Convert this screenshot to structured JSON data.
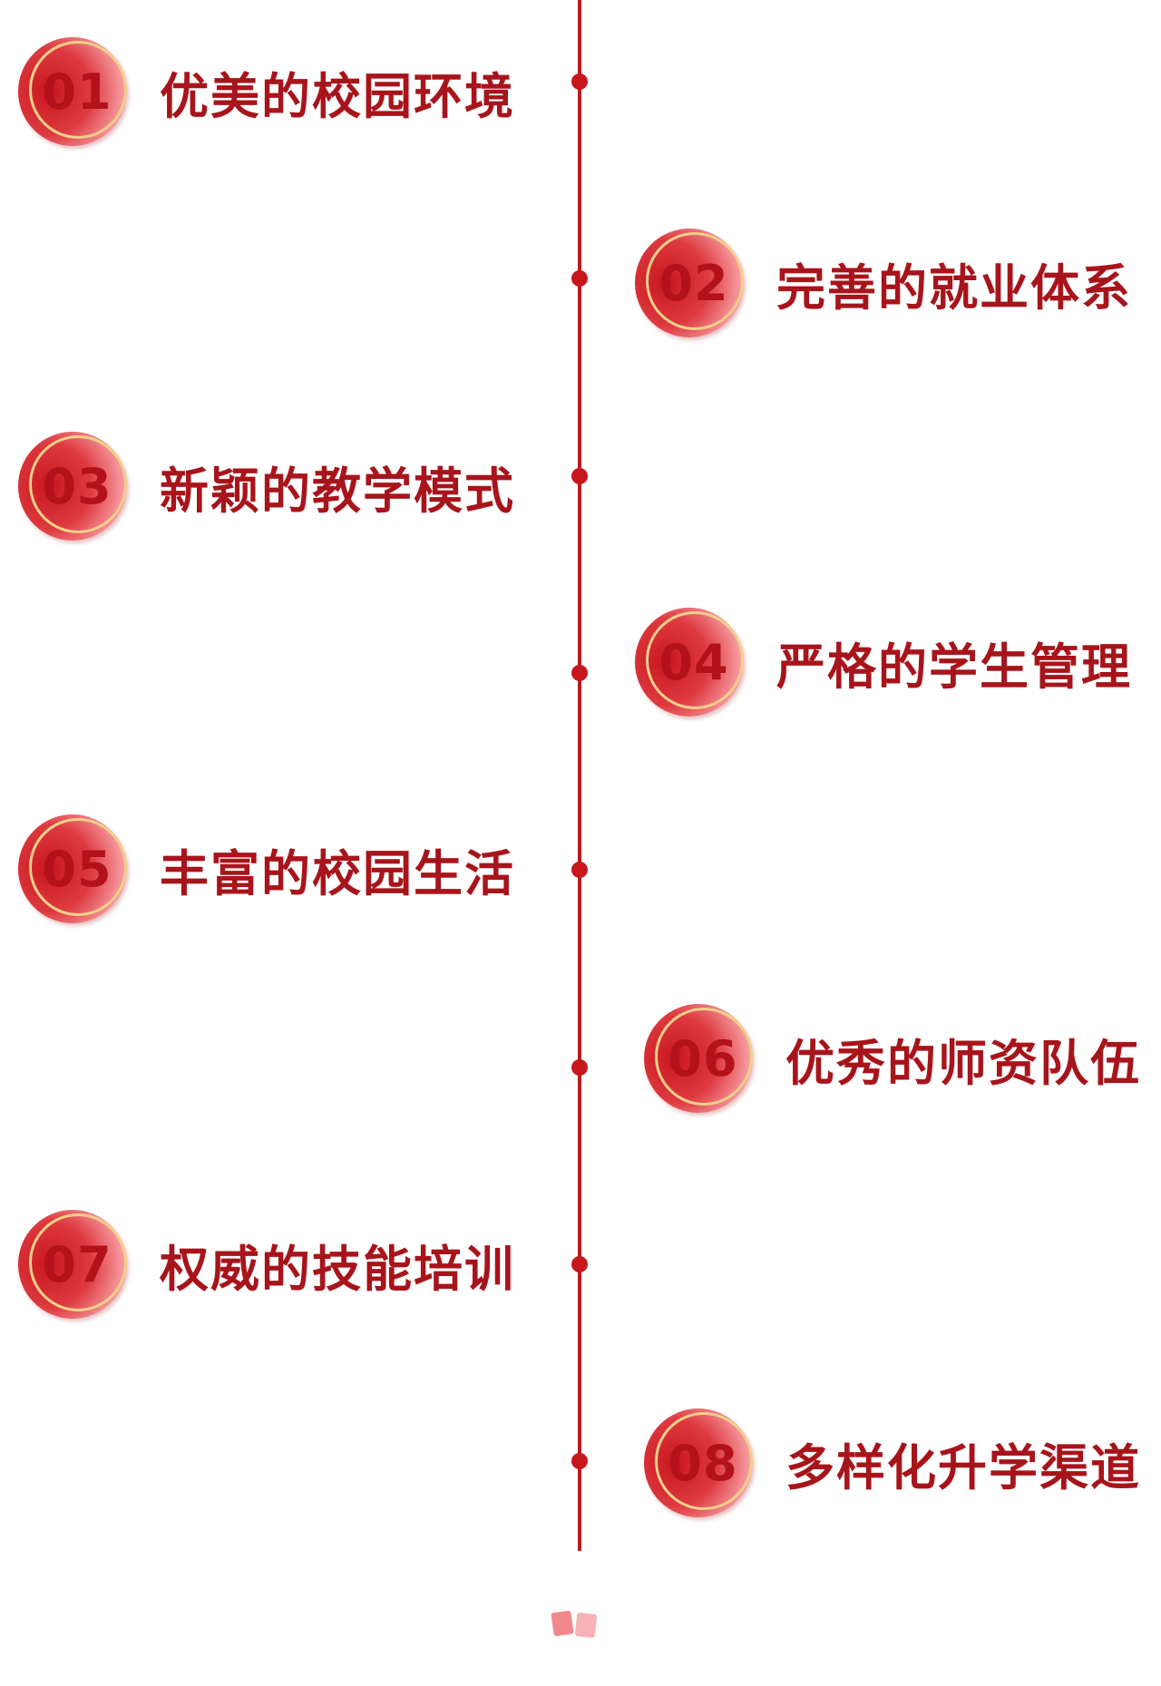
{
  "items": [
    {
      "num": "01",
      "label": "优美的校园环境"
    },
    {
      "num": "02",
      "label": "完善的就业体系"
    },
    {
      "num": "03",
      "label": "新颖的教学模式"
    },
    {
      "num": "04",
      "label": "严格的学生管理"
    },
    {
      "num": "05",
      "label": "丰富的校园生活"
    },
    {
      "num": "06",
      "label": "优秀的师资队伍"
    },
    {
      "num": "07",
      "label": "权威的技能培训"
    },
    {
      "num": "08",
      "label": "多样化升学渠道"
    }
  ],
  "colors": {
    "accent": "#c8161d",
    "text": "#a8141b",
    "ring": "#f1cf8a"
  }
}
